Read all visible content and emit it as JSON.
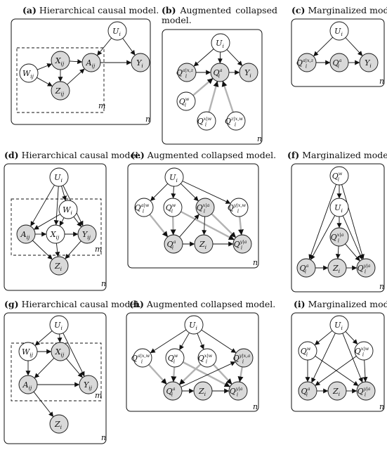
{
  "panels": [
    {
      "key": "a",
      "letter": "(a)",
      "title": "Hierarchical causal model.",
      "plate_labels": [
        "m",
        "n"
      ]
    },
    {
      "key": "b",
      "letter": "(b)",
      "title": "Augmented collapsed model.",
      "plate_labels": [
        "n"
      ]
    },
    {
      "key": "c",
      "letter": "(c)",
      "title": "Marginalized model.",
      "plate_labels": [
        "n"
      ]
    },
    {
      "key": "d",
      "letter": "(d)",
      "title": "Hierarchical causal model.",
      "plate_labels": [
        "m",
        "n"
      ]
    },
    {
      "key": "e",
      "letter": "(e)",
      "title": "Augmented collapsed model.",
      "plate_labels": [
        "n"
      ]
    },
    {
      "key": "f",
      "letter": "(f)",
      "title": "Marginalized model.",
      "plate_labels": [
        "n"
      ]
    },
    {
      "key": "g",
      "letter": "(g)",
      "title": "Hierarchical causal model.",
      "plate_labels": [
        "m",
        "n"
      ]
    },
    {
      "key": "h",
      "letter": "(h)",
      "title": "Augmented collapsed model.",
      "plate_labels": [
        "n"
      ]
    },
    {
      "key": "i",
      "letter": "(i)",
      "title": "Marginalized model.",
      "plate_labels": [
        "n"
      ]
    }
  ],
  "colors": {
    "stroke": "#111111",
    "shaded": "#d9d9d9",
    "open": "#ffffff",
    "gray_edge": "#b3b3b3"
  },
  "nodes": {
    "a": [
      {
        "id": "U",
        "base": "U",
        "sub": "i",
        "sup": "",
        "shaded": false
      },
      {
        "id": "W",
        "base": "W",
        "sub": "ij",
        "sup": "",
        "shaded": false
      },
      {
        "id": "X",
        "base": "X",
        "sub": "ij",
        "sup": "",
        "shaded": true
      },
      {
        "id": "A",
        "base": "A",
        "sub": "ij",
        "sup": "",
        "shaded": true
      },
      {
        "id": "Z",
        "base": "Z",
        "sub": "ij",
        "sup": "",
        "shaded": true
      },
      {
        "id": "Y",
        "base": "Y",
        "sub": "i",
        "sup": "",
        "shaded": true
      }
    ],
    "b": [
      {
        "id": "U",
        "base": "U",
        "sub": "i",
        "sup": "",
        "shaded": false
      },
      {
        "id": "Qax",
        "base": "Q",
        "sub": "i",
        "sup": "a|x,z",
        "shaded": true
      },
      {
        "id": "Qa",
        "base": "Q",
        "sub": "i",
        "sup": "a",
        "shaded": true
      },
      {
        "id": "Y",
        "base": "Y",
        "sub": "i",
        "sup": "",
        "shaded": true
      },
      {
        "id": "Qw",
        "base": "Q",
        "sub": "i",
        "sup": "w",
        "shaded": false
      },
      {
        "id": "Qxw",
        "base": "Q",
        "sub": "i",
        "sup": "x|w",
        "shaded": false
      },
      {
        "id": "Qzxw",
        "base": "Q",
        "sub": "i",
        "sup": "z|x,w",
        "shaded": false
      }
    ],
    "c": [
      {
        "id": "U",
        "base": "U",
        "sub": "i",
        "sup": "",
        "shaded": false
      },
      {
        "id": "Qax",
        "base": "Q",
        "sub": "i",
        "sup": "a|x,z",
        "shaded": true
      },
      {
        "id": "Qa",
        "base": "Q",
        "sub": "i",
        "sup": "a",
        "shaded": true
      },
      {
        "id": "Y",
        "base": "Y",
        "sub": "i",
        "sup": "",
        "shaded": true
      }
    ],
    "d": [
      {
        "id": "U",
        "base": "U",
        "sub": "i",
        "sup": "",
        "shaded": false
      },
      {
        "id": "W",
        "base": "W",
        "sub": "i",
        "sup": "",
        "shaded": false
      },
      {
        "id": "A",
        "base": "A",
        "sub": "ij",
        "sup": "",
        "shaded": true
      },
      {
        "id": "X",
        "base": "X",
        "sub": "ij",
        "sup": "",
        "shaded": false
      },
      {
        "id": "Y",
        "base": "Y",
        "sub": "ij",
        "sup": "",
        "shaded": true
      },
      {
        "id": "Z",
        "base": "Z",
        "sub": "i",
        "sup": "",
        "shaded": true
      }
    ],
    "e": [
      {
        "id": "U",
        "base": "U",
        "sub": "i",
        "sup": "",
        "shaded": false
      },
      {
        "id": "Qaw",
        "base": "Q",
        "sub": "i",
        "sup": "a|w",
        "shaded": false
      },
      {
        "id": "Qw",
        "base": "Q",
        "sub": "i",
        "sup": "w",
        "shaded": false
      },
      {
        "id": "Qxa",
        "base": "Q",
        "sub": "i",
        "sup": "x|a",
        "shaded": true
      },
      {
        "id": "Qyxw",
        "base": "Q",
        "sub": "i",
        "sup": "y|x,w",
        "shaded": false
      },
      {
        "id": "Qa",
        "base": "Q",
        "sub": "i",
        "sup": "a",
        "shaded": true
      },
      {
        "id": "Z",
        "base": "Z",
        "sub": "i",
        "sup": "",
        "shaded": true
      },
      {
        "id": "Qya",
        "base": "Q",
        "sub": "i",
        "sup": "y|a",
        "shaded": true
      }
    ],
    "f": [
      {
        "id": "Qw",
        "base": "Q",
        "sub": "i",
        "sup": "w",
        "shaded": false
      },
      {
        "id": "U",
        "base": "U",
        "sub": "i",
        "sup": "",
        "shaded": false
      },
      {
        "id": "Qxa",
        "base": "Q",
        "sub": "i",
        "sup": "x|a",
        "shaded": true
      },
      {
        "id": "Qa",
        "base": "Q",
        "sub": "i",
        "sup": "a",
        "shaded": true
      },
      {
        "id": "Z",
        "base": "Z",
        "sub": "i",
        "sup": "",
        "shaded": true
      },
      {
        "id": "Qya",
        "base": "Q",
        "sub": "i",
        "sup": "y|a",
        "shaded": true
      }
    ],
    "g": [
      {
        "id": "U",
        "base": "U",
        "sub": "i",
        "sup": "",
        "shaded": false
      },
      {
        "id": "W",
        "base": "W",
        "sub": "ij",
        "sup": "",
        "shaded": false
      },
      {
        "id": "X",
        "base": "X",
        "sub": "ij",
        "sup": "",
        "shaded": true
      },
      {
        "id": "A",
        "base": "A",
        "sub": "ij",
        "sup": "",
        "shaded": true
      },
      {
        "id": "Y",
        "base": "Y",
        "sub": "ij",
        "sup": "",
        "shaded": true
      },
      {
        "id": "Z",
        "base": "Z",
        "sub": "i",
        "sup": "",
        "shaded": true
      }
    ],
    "h": [
      {
        "id": "U",
        "base": "U",
        "sub": "i",
        "sup": "",
        "shaded": false
      },
      {
        "id": "Qaxw",
        "base": "Q",
        "sub": "i",
        "sup": "a|x,w",
        "shaded": false
      },
      {
        "id": "Qw",
        "base": "Q",
        "sub": "i",
        "sup": "w",
        "shaded": false
      },
      {
        "id": "Qxw",
        "base": "Q",
        "sub": "i",
        "sup": "x|w",
        "shaded": false
      },
      {
        "id": "Qyxa",
        "base": "Q",
        "sub": "i",
        "sup": "y|x,a",
        "shaded": true
      },
      {
        "id": "Qa",
        "base": "Q",
        "sub": "i",
        "sup": "a",
        "shaded": true
      },
      {
        "id": "Z",
        "base": "Z",
        "sub": "i",
        "sup": "",
        "shaded": true
      },
      {
        "id": "Qya",
        "base": "Q",
        "sub": "i",
        "sup": "y|a",
        "shaded": true
      }
    ],
    "i": [
      {
        "id": "U",
        "base": "U",
        "sub": "i",
        "sup": "",
        "shaded": false
      },
      {
        "id": "Qw",
        "base": "Q",
        "sub": "i",
        "sup": "w",
        "shaded": false
      },
      {
        "id": "Qxw",
        "base": "Q",
        "sub": "i",
        "sup": "x|w",
        "shaded": false
      },
      {
        "id": "Qa",
        "base": "Q",
        "sub": "i",
        "sup": "a",
        "shaded": true
      },
      {
        "id": "Z",
        "base": "Z",
        "sub": "i",
        "sup": "",
        "shaded": true
      },
      {
        "id": "Qya",
        "base": "Q",
        "sub": "i",
        "sup": "y|a",
        "shaded": true
      }
    ]
  },
  "edges": {
    "a": [
      [
        "U",
        "A",
        ""
      ],
      [
        "U",
        "Y",
        ""
      ],
      [
        "W",
        "X",
        ""
      ],
      [
        "W",
        "Z",
        ""
      ],
      [
        "X",
        "A",
        ""
      ],
      [
        "X",
        "Z",
        ""
      ],
      [
        "Z",
        "A",
        ""
      ],
      [
        "A",
        "Y",
        ""
      ]
    ],
    "b": [
      [
        "U",
        "Qax",
        ""
      ],
      [
        "U",
        "Qa",
        ""
      ],
      [
        "U",
        "Y",
        ""
      ],
      [
        "Qax",
        "Qa",
        ""
      ],
      [
        "Qa",
        "Y",
        ""
      ],
      [
        "Qw",
        "Qa",
        "gray"
      ],
      [
        "Qxw",
        "Qa",
        "gray"
      ],
      [
        "Qzxw",
        "Qa",
        "gray"
      ]
    ],
    "c": [
      [
        "U",
        "Qax",
        ""
      ],
      [
        "U",
        "Y",
        ""
      ],
      [
        "Qax",
        "Qa",
        ""
      ],
      [
        "Qa",
        "Y",
        ""
      ]
    ],
    "d": [
      [
        "U",
        "A",
        ""
      ],
      [
        "U",
        "W",
        ""
      ],
      [
        "U",
        "X",
        ""
      ],
      [
        "U",
        "Y",
        ""
      ],
      [
        "W",
        "A",
        ""
      ],
      [
        "W",
        "X",
        ""
      ],
      [
        "W",
        "Y",
        ""
      ],
      [
        "A",
        "X",
        ""
      ],
      [
        "X",
        "Y",
        ""
      ],
      [
        "A",
        "Z",
        ""
      ],
      [
        "X",
        "Z",
        ""
      ],
      [
        "Y",
        "Z",
        ""
      ]
    ],
    "e": [
      [
        "U",
        "Qaw",
        ""
      ],
      [
        "U",
        "Qw",
        ""
      ],
      [
        "U",
        "Qxa",
        ""
      ],
      [
        "U",
        "Qyxw",
        ""
      ],
      [
        "Qaw",
        "Qa",
        "gray"
      ],
      [
        "Qw",
        "Qa",
        "gray"
      ],
      [
        "Qw",
        "Qya",
        "gray"
      ],
      [
        "Qxa",
        "Z",
        ""
      ],
      [
        "Qxa",
        "Qya",
        "gray"
      ],
      [
        "Qyxw",
        "Qya",
        "gray"
      ],
      [
        "Qa",
        "Z",
        ""
      ],
      [
        "Z",
        "Qya",
        ""
      ],
      [
        "Qa",
        "Qxa",
        ""
      ]
    ],
    "f": [
      [
        "Qw",
        "U",
        ""
      ],
      [
        "U",
        "Qxa",
        ""
      ],
      [
        "Qw",
        "Qa",
        ""
      ],
      [
        "Qw",
        "Qya",
        ""
      ],
      [
        "U",
        "Qa",
        ""
      ],
      [
        "U",
        "Qya",
        ""
      ],
      [
        "Qxa",
        "Z",
        ""
      ],
      [
        "Qxa",
        "Qya",
        ""
      ],
      [
        "Qa",
        "Z",
        ""
      ],
      [
        "Z",
        "Qya",
        ""
      ]
    ],
    "g": [
      [
        "U",
        "W",
        ""
      ],
      [
        "U",
        "X",
        ""
      ],
      [
        "U",
        "Y",
        ""
      ],
      [
        "W",
        "X",
        ""
      ],
      [
        "W",
        "A",
        ""
      ],
      [
        "X",
        "A",
        ""
      ],
      [
        "X",
        "Y",
        ""
      ],
      [
        "A",
        "Y",
        ""
      ],
      [
        "A",
        "Z",
        ""
      ]
    ],
    "h": [
      [
        "U",
        "Qaxw",
        ""
      ],
      [
        "U",
        "Qw",
        ""
      ],
      [
        "U",
        "Qxw",
        ""
      ],
      [
        "U",
        "Qyxa",
        ""
      ],
      [
        "Qaxw",
        "Qa",
        "gray"
      ],
      [
        "Qw",
        "Qa",
        "gray"
      ],
      [
        "Qw",
        "Qya",
        "gray"
      ],
      [
        "Qxw",
        "Qa",
        "gray"
      ],
      [
        "Qxw",
        "Qya",
        "gray"
      ],
      [
        "Qyxa",
        "Qya",
        "gray"
      ],
      [
        "Qa",
        "Z",
        ""
      ],
      [
        "Z",
        "Qya",
        ""
      ],
      [
        "Qa",
        "Qyxa",
        ""
      ]
    ],
    "i": [
      [
        "U",
        "Qw",
        ""
      ],
      [
        "U",
        "Qxw",
        ""
      ],
      [
        "U",
        "Qa",
        ""
      ],
      [
        "U",
        "Qya",
        ""
      ],
      [
        "Qw",
        "Qa",
        ""
      ],
      [
        "Qw",
        "Qya",
        ""
      ],
      [
        "Qxw",
        "Qa",
        ""
      ],
      [
        "Qxw",
        "Qya",
        ""
      ],
      [
        "Qa",
        "Z",
        ""
      ],
      [
        "Z",
        "Qya",
        ""
      ]
    ]
  }
}
